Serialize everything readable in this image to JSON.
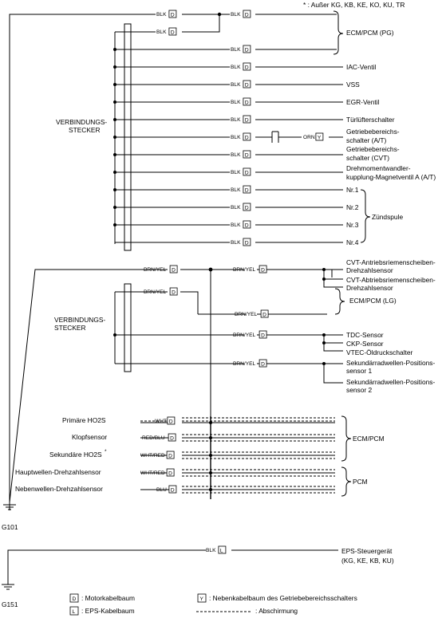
{
  "note": "* : Außer KG, KB, KE, KO, KU, TR",
  "harness": {
    "D": "D",
    "L": "L",
    "Y": "Y"
  },
  "wires": {
    "blk": "BLK",
    "orn": "ORN",
    "brnyel": "BRN/YEL",
    "wht": "WHT",
    "redblu": "RED/BLU",
    "whtred": "WHT/RED",
    "blu": "BLU"
  },
  "connectors": {
    "top": [
      "VERBINDUNGS-",
      "STECKER"
    ],
    "mid": [
      "VERBINDUNGS-",
      "STECKER"
    ]
  },
  "labels": {
    "ecm_pg": "ECM/PCM (PG)",
    "iac": "IAC-Ventil",
    "vss": "VSS",
    "egr": "EGR-Ventil",
    "door": "Türlüfterschalter",
    "range_at": [
      "Getriebebereichs-",
      "schalter (A/T)"
    ],
    "range_cvt": [
      "Getriebebereichs-",
      "schalter (CVT)"
    ],
    "tcc": [
      "Drehmomentwandler-",
      "kupplung-Magnetventil A (A/T)"
    ],
    "nr1": "Nr.1",
    "nr2": "Nr.2",
    "nr3": "Nr.3",
    "nr4": "Nr.4",
    "coil": "Zündspule",
    "cvt1": [
      "CVT-Antriebsriemenscheiben-",
      "Drehzahlsensor"
    ],
    "cvt2": [
      "CVT-Abtriebsriemenscheiben-",
      "Drehzahlsensor"
    ],
    "ecm_lg": "ECM/PCM (LG)",
    "tdc": "TDC-Sensor",
    "ckp": "CKP-Sensor",
    "vtec": "VTEC-Öldruckschalter",
    "sec1": [
      "Sekundärradwellen-Positions-",
      "sensor 1"
    ],
    "sec2": [
      "Sekundärradwellen-Positions-",
      "sensor 2"
    ],
    "ho2s_p": "Primäre HO2S",
    "knock": "Klopfsensor",
    "ho2s_s": "Sekundäre HO2S",
    "star": "*",
    "main_shaft": "Hauptwellen-Drehzahlsensor",
    "counter_shaft": "Nebenwellen-Drehzahlsensor",
    "ecm_pcm": "ECM/PCM",
    "pcm": "PCM",
    "eps": [
      "EPS-Steuergerät",
      "(KG, KE, KB, KU)"
    ]
  },
  "grounds": {
    "g101": "G101",
    "g151": "G151"
  },
  "legend": {
    "d": ": Motorkabelbaum",
    "l": ": EPS-Kabelbaum",
    "y": ": Nebenkabelbaum des Getriebebereichsschalters",
    "shield": ": Abschirmung"
  }
}
